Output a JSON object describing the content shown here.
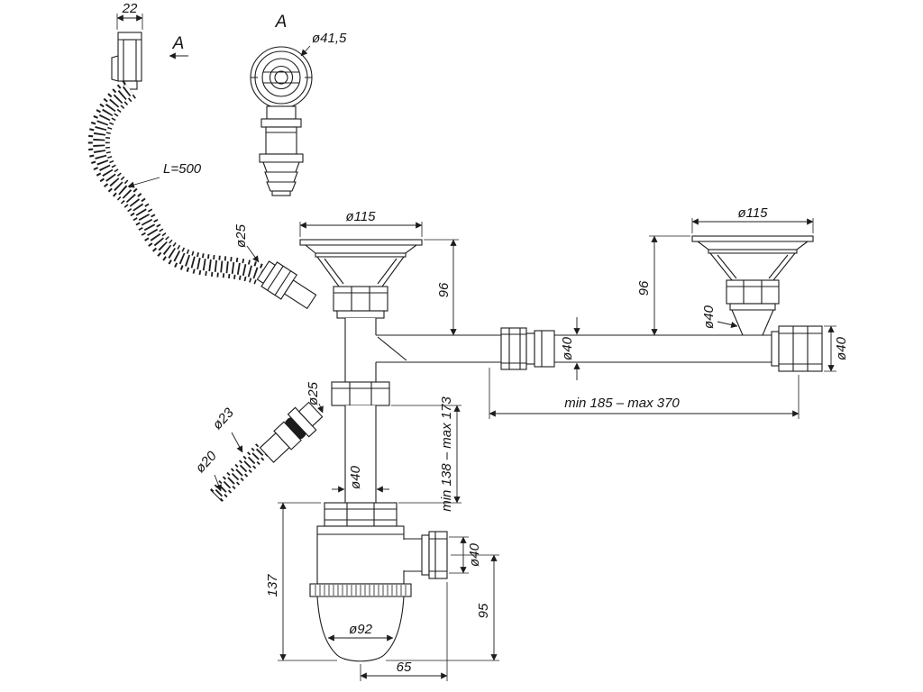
{
  "theme": {
    "line_color": "#1c1c1c",
    "text_color": "#141414",
    "background": "#ffffff"
  },
  "drawing": {
    "labels": {
      "dim_width_22": "22",
      "view_arrow_label": "A",
      "section_label": "A",
      "dia_overflow_head": "ø41,5",
      "hose_length": "L=500",
      "dia_overflow_nut": "ø25",
      "dia_strainer_left": "ø115",
      "dia_strainer_right": "ø115",
      "height_strainer_left": "96",
      "height_strainer_right": "96",
      "dia_pipe_mid": "ø40",
      "dia_pipe_right_end": "ø40",
      "dia_cone_right": "ø40",
      "pipe_length_range": "min 185 – max 370",
      "dia_inlet_fitting": "ø25",
      "dia_inlet_hose": "ø23",
      "dia_inlet_end": "ø20",
      "dia_tailpipe": "ø40",
      "height_adjust_range": "min 138 – max 173",
      "trap_total_height": "137",
      "dia_outlet": "ø40",
      "outlet_to_bottom": "95",
      "dia_cup": "ø92",
      "axis_to_outlet_end": "65"
    }
  }
}
